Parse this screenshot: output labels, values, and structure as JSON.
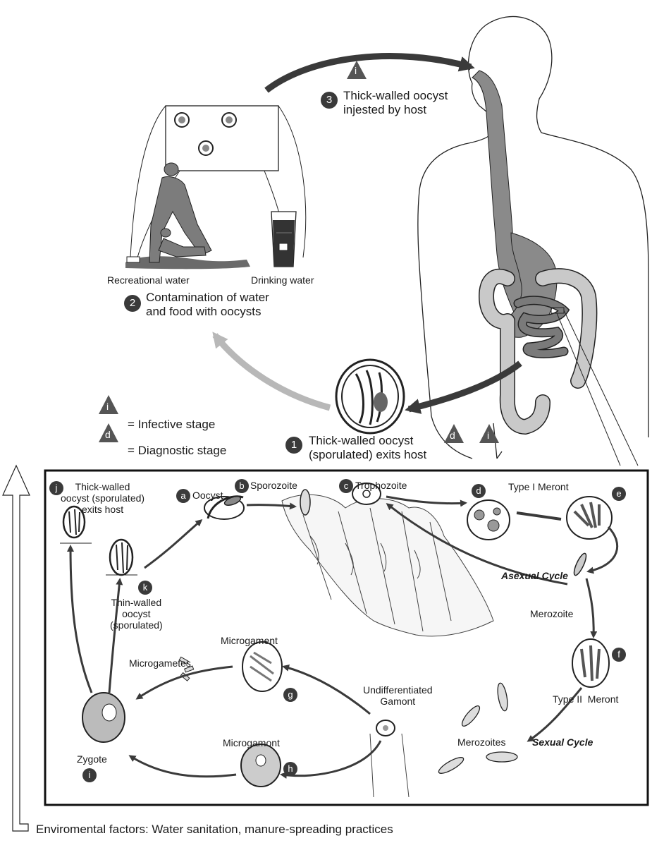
{
  "top": {
    "step3": {
      "number": "3",
      "text": "Thick-walled oocyst\ninjested by host",
      "infective": "i"
    },
    "step2": {
      "number": "2",
      "text": "Contamination of water\nand food with oocysts"
    },
    "step1": {
      "number": "1",
      "text": "Thick-walled oocyst\n(sporulated) exits host",
      "diagnostic": "d",
      "infective": "i"
    },
    "recreational_water": "Recreational water",
    "drinking_water": "Drinking water"
  },
  "legend": {
    "infective": {
      "symbol": "i",
      "label": "= Infective stage"
    },
    "diagnostic": {
      "symbol": "d",
      "label": "= Diagnostic stage"
    }
  },
  "cycle": {
    "j": {
      "letter": "j",
      "label": "Thick-walled\noocyst (sporulated)\nexits host"
    },
    "a": {
      "letter": "a",
      "label": "Oocyst"
    },
    "b": {
      "letter": "b",
      "label": "Sporozoite"
    },
    "c": {
      "letter": "c",
      "label": "Trophozoite"
    },
    "d": {
      "letter": "d"
    },
    "type1": "Type I Meront",
    "e": {
      "letter": "e"
    },
    "asexual": "Asexual Cycle",
    "merozoite": "Merozoite",
    "k": {
      "letter": "k",
      "label": "Thin-walled\noocyst\n(sporulated)"
    },
    "microgament": "Microgament",
    "g": {
      "letter": "g"
    },
    "microgametes": "Microgametes",
    "undiff": "Undifferentiated\nGamont",
    "f": {
      "letter": "f"
    },
    "type2": "Type II  Meront",
    "merozoites": "Merozoites",
    "sexual": "Sexual Cycle",
    "microgamont": "Microgamont",
    "h": {
      "letter": "h"
    },
    "zygote": "Zygote",
    "i": {
      "letter": "i"
    }
  },
  "footer": "Enviromental factors:  Water sanitation, manure-spreading practices"
}
